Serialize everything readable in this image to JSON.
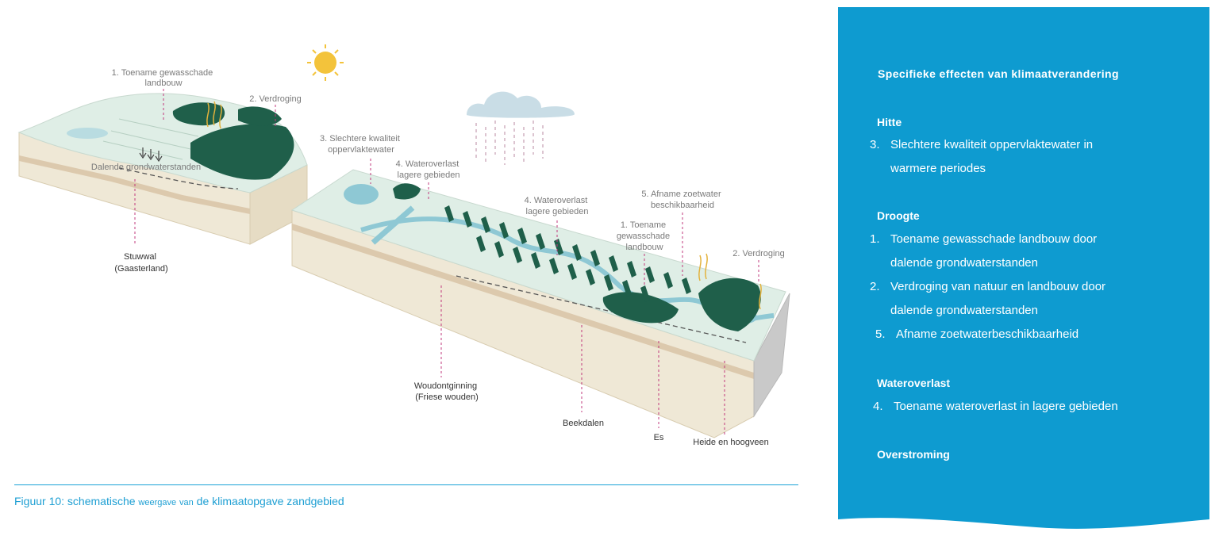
{
  "diagram": {
    "labels": {
      "crop_damage_left": [
        "1. Toename gewasschade",
        "landbouw"
      ],
      "drought_left": "2. Verdroging",
      "falling_groundwater": "Dalende grondwaterstanden",
      "stuwwal": [
        "Stuwwal",
        "(Gaasterland)"
      ],
      "water_quality": [
        "3. Slechtere kwaliteit",
        "oppervlaktewater"
      ],
      "flood_low_1": [
        "4. Wateroverlast",
        "lagere gebieden"
      ],
      "flood_low_2": [
        "4. Wateroverlast",
        "lagere gebieden"
      ],
      "freshwater": [
        "5. Afname zoetwater",
        "beschikbaarheid"
      ],
      "crop_damage_right": [
        "1. Toename",
        "gewasschade",
        "landbouw"
      ],
      "drought_right": "2. Verdroging",
      "woudontginning": [
        "Woudontginning",
        "(Friese wouden)"
      ],
      "beekdalen": "Beekdalen",
      "es": "Es",
      "heide": "Heide en hoogveen"
    },
    "colors": {
      "ground": "#efe8d6",
      "ground_side": "#e6dcc4",
      "soil_band": "#dcc9ad",
      "grass": "#dfeee6",
      "forest": "#1f5f4a",
      "water": "#8ec8d4",
      "sun": "#f3c33b",
      "cloud": "#c9dde6",
      "leader": "#c2387c"
    }
  },
  "caption": {
    "part1": "Figuur 10: schematische",
    "part2": "weergave",
    "part3": "van",
    "part4": "de klimaatopgave zandgebied"
  },
  "panel": {
    "background": "#0e9bd0",
    "title": "Specifieke effecten van klimaatverandering",
    "sections": {
      "hitte": {
        "heading": "Hitte",
        "items": [
          {
            "num": "3.",
            "line1": "Slechtere kwaliteit oppervlaktewater in",
            "line2": "warmere periodes"
          }
        ]
      },
      "droogte": {
        "heading": "Droogte",
        "items": [
          {
            "num": "1.",
            "line1": "Toename gewasschade landbouw door",
            "line2": "dalende grondwaterstanden"
          },
          {
            "num": "2.",
            "line1": "Verdroging van natuur en landbouw door",
            "line2": "dalende grondwaterstanden"
          },
          {
            "num": "5.",
            "line1": "Afname zoetwaterbeschikbaarheid"
          }
        ]
      },
      "wateroverlast": {
        "heading": "Wateroverlast",
        "items": [
          {
            "num": "4.",
            "line1": "Toename wateroverlast in lagere gebieden"
          }
        ]
      },
      "overstroming": {
        "heading": "Overstroming"
      }
    }
  }
}
